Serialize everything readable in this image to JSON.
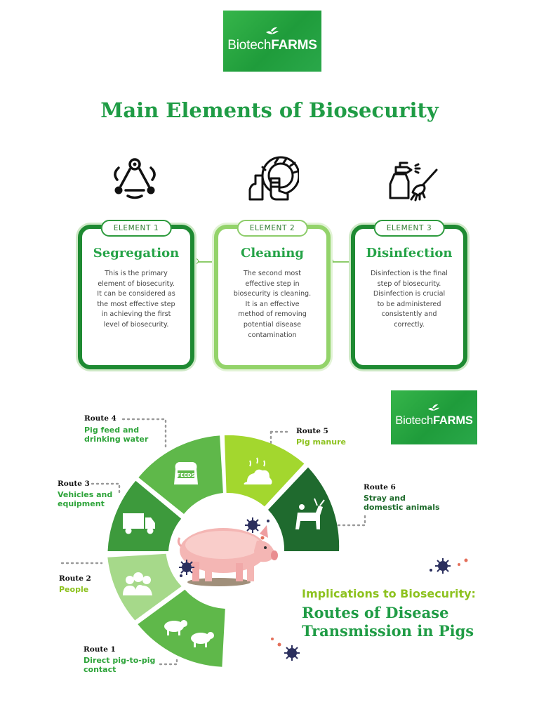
{
  "brand": {
    "logo_light": "Biotech",
    "logo_bold": "FARMS"
  },
  "header": {
    "title": "Main Elements of Biosecurity"
  },
  "elements": [
    {
      "badge": "ELEMENT 1",
      "title": "Segregation",
      "text": "This is the primary element of biosecurity. It can be considered as the most effective step in achieving the first level of biosecurity.",
      "icon": "network-icon"
    },
    {
      "badge": "ELEMENT 2",
      "title": "Cleaning",
      "text": "The second most effective step in biosecurity is cleaning. It is an effective method of removing potential disease contamination",
      "icon": "gloves-boots-icon"
    },
    {
      "badge": "ELEMENT 3",
      "title": "Disinfection",
      "text": "Disinfection is the final step of biosecurity. Disinfection is crucial to be administered consistently and correctly.",
      "icon": "spray-brush-icon"
    }
  ],
  "routes": [
    {
      "label": "Route 1",
      "desc": "Direct pig-to-pig contact"
    },
    {
      "label": "Route 2",
      "desc": "People"
    },
    {
      "label": "Route 3",
      "desc": "Vehicles and equipment"
    },
    {
      "label": "Route 4",
      "desc": "Pig feed and drinking water"
    },
    {
      "label": "Route 5",
      "desc": "Pig manure"
    },
    {
      "label": "Route 6",
      "desc": "Stray and domestic animals"
    }
  ],
  "feeds_label": "FEEDS",
  "implications": {
    "subtitle": "Implications to Biosecurity:",
    "title_line1": "Routes of Disease",
    "title_line2": "Transmission in Pigs"
  },
  "colors": {
    "brand_green": "#1f9c45",
    "dark_green": "#1d6a2a",
    "mid_green": "#2ea43a",
    "lime_green": "#8dc21f",
    "light_green": "#a6d98a",
    "virus_navy": "#2b2f5e"
  }
}
